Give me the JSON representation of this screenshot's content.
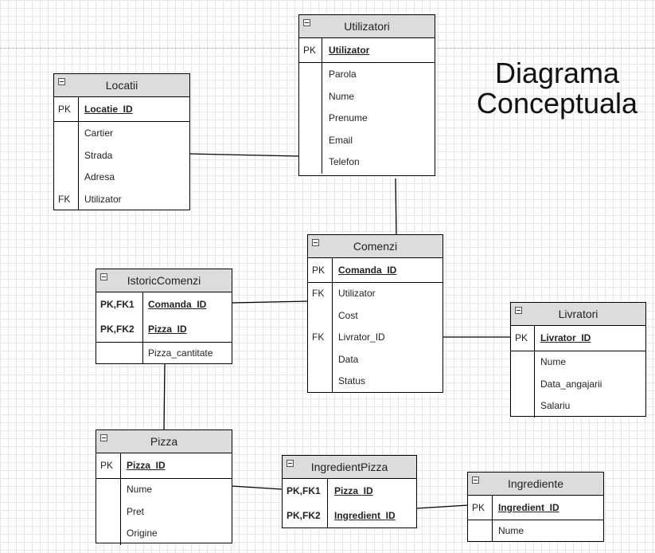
{
  "title": {
    "line1": "Diagrama",
    "line2": "Conceptuala"
  },
  "entities": {
    "utilizatori": {
      "name": "Utilizatori",
      "pk": [
        {
          "key": "PK",
          "field": "Utilizator"
        }
      ],
      "fields": [
        {
          "key": "",
          "field": "Parola"
        },
        {
          "key": "",
          "field": "Nume"
        },
        {
          "key": "",
          "field": "Prenume"
        },
        {
          "key": "",
          "field": "Email"
        },
        {
          "key": "",
          "field": "Telefon"
        }
      ]
    },
    "locatii": {
      "name": "Locatii",
      "pk": [
        {
          "key": "PK",
          "field": "Locatie_ID"
        }
      ],
      "fields": [
        {
          "key": "",
          "field": "Cartier"
        },
        {
          "key": "",
          "field": "Strada"
        },
        {
          "key": "",
          "field": "Adresa"
        },
        {
          "key": "FK",
          "field": "Utilizator"
        }
      ]
    },
    "comenzi": {
      "name": "Comenzi",
      "pk": [
        {
          "key": "PK",
          "field": "Comanda_ID"
        }
      ],
      "fields": [
        {
          "key": "FK",
          "field": "Utilizator"
        },
        {
          "key": "",
          "field": "Cost"
        },
        {
          "key": "FK",
          "field": "Livrator_ID"
        },
        {
          "key": "",
          "field": "Data"
        },
        {
          "key": "",
          "field": "Status"
        }
      ]
    },
    "istoric": {
      "name": "IstoricComenzi",
      "pk": [
        {
          "key": "PK,FK1",
          "field": "Comanda_ID"
        },
        {
          "key": "PK,FK2",
          "field": "Pizza_ID"
        }
      ],
      "fields": [
        {
          "key": "",
          "field": "Pizza_cantitate"
        }
      ]
    },
    "livratori": {
      "name": "Livratori",
      "pk": [
        {
          "key": "PK",
          "field": "Livrator_ID"
        }
      ],
      "fields": [
        {
          "key": "",
          "field": "Nume"
        },
        {
          "key": "",
          "field": "Data_angajarii"
        },
        {
          "key": "",
          "field": "Salariu"
        }
      ]
    },
    "pizza": {
      "name": "Pizza",
      "pk": [
        {
          "key": "PK",
          "field": "Pizza_ID"
        }
      ],
      "fields": [
        {
          "key": "",
          "field": "Nume"
        },
        {
          "key": "",
          "field": "Pret"
        },
        {
          "key": "",
          "field": "Origine"
        }
      ]
    },
    "ingredientpizza": {
      "name": "IngredientPizza",
      "pk": [
        {
          "key": "PK,FK1",
          "field": "Pizza_ID"
        },
        {
          "key": "PK,FK2",
          "field": "Ingredient_ID"
        }
      ],
      "fields": []
    },
    "ingrediente": {
      "name": "Ingrediente",
      "pk": [
        {
          "key": "PK",
          "field": "Ingredient_ID"
        }
      ],
      "fields": [
        {
          "key": "",
          "field": "Nume"
        }
      ]
    }
  }
}
